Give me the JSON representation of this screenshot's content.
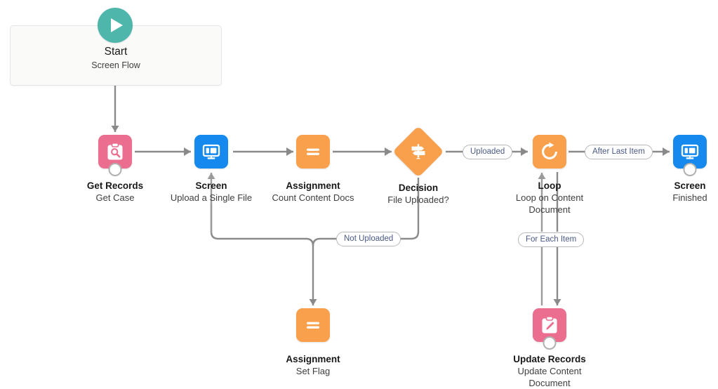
{
  "diagram": {
    "title": "Screen Flow Builder Canvas",
    "type": "salesforce-flow",
    "background": "#ffffff",
    "connector_color": "#8a8a8a"
  },
  "colors": {
    "start_teal": "#4fb6ab",
    "get_records_pink": "#eb6e8f",
    "screen_blue": "#1589ee",
    "assignment_orange": "#f9a04c",
    "decision_orange": "#f9a04c",
    "loop_orange": "#f9a04c",
    "update_records_pink": "#eb6e8f",
    "pill_text": "#4a5a87",
    "label_text": "#181818",
    "sub_text": "#3e3e3c"
  },
  "start": {
    "title": "Start",
    "subtitle": "Screen Flow",
    "icon": "play-icon"
  },
  "nodes": [
    {
      "id": "get-records",
      "label": "Get Records",
      "sublabel": "Get Case",
      "icon": "clipboard-search-icon",
      "shape": "rounded-square",
      "color_key": "get_records_pink",
      "has_badge": true
    },
    {
      "id": "screen-upload",
      "label": "Screen",
      "sublabel": "Upload a Single File",
      "icon": "screen-monitor-icon",
      "shape": "rounded-square",
      "color_key": "screen_blue",
      "has_badge": false
    },
    {
      "id": "assignment-count",
      "label": "Assignment",
      "sublabel": "Count Content Docs",
      "icon": "equals-icon",
      "shape": "rounded-square",
      "color_key": "assignment_orange",
      "has_badge": false
    },
    {
      "id": "decision-file-uploaded",
      "label": "Decision",
      "sublabel": "File Uploaded?",
      "icon": "signpost-icon",
      "shape": "diamond",
      "color_key": "decision_orange",
      "has_badge": false
    },
    {
      "id": "loop-content-document",
      "label": "Loop",
      "sublabel": "Loop on Content Document",
      "icon": "loop-refresh-icon",
      "shape": "rounded-square",
      "color_key": "loop_orange",
      "has_badge": false
    },
    {
      "id": "screen-finished",
      "label": "Screen",
      "sublabel": "Finished",
      "icon": "screen-monitor-icon",
      "shape": "rounded-square",
      "color_key": "screen_blue",
      "has_badge": true
    },
    {
      "id": "assignment-set-flag",
      "label": "Assignment",
      "sublabel": "Set Flag",
      "icon": "equals-icon",
      "shape": "rounded-square",
      "color_key": "assignment_orange",
      "has_badge": false
    },
    {
      "id": "update-records",
      "label": "Update Records",
      "sublabel": "Update Content Document",
      "icon": "clipboard-pencil-icon",
      "shape": "rounded-square",
      "color_key": "update_records_pink",
      "has_badge": true
    }
  ],
  "connector_labels": [
    {
      "id": "uploaded",
      "text": "Uploaded"
    },
    {
      "id": "after-last-item",
      "text": "After Last Item"
    },
    {
      "id": "not-uploaded",
      "text": "Not Uploaded"
    },
    {
      "id": "for-each-item",
      "text": "For Each Item"
    }
  ]
}
